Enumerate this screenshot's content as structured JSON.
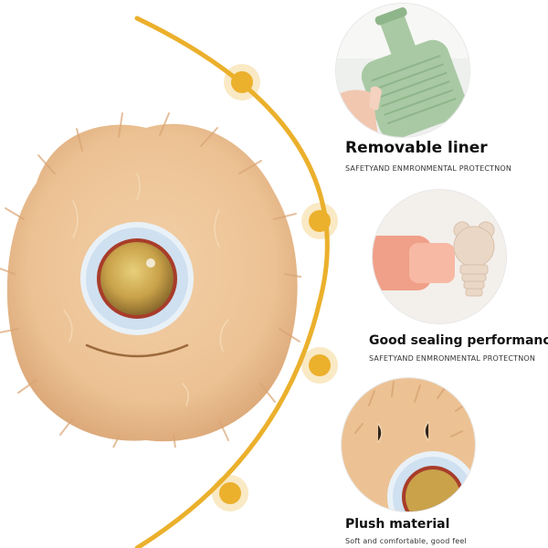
{
  "colors": {
    "accent": "#ebb02c",
    "fur": "#ecc294",
    "fur_dark": "#d9a474",
    "eye_ring": "#cfe0f0",
    "eye_gold": "#c9a24a",
    "liner": "#a9c9a4",
    "liner_dark": "#8fb58a"
  },
  "features": [
    {
      "title": "Removable liner",
      "subtitle": "SAFETYAND ENMRONMENTAL PROTECTNON",
      "icon": "hot-water-bottle-liner-photo"
    },
    {
      "title": "Good sealing performance",
      "subtitle": "SAFETYAND ENMRONMENTAL PROTECTNON",
      "icon": "bear-stopper-photo"
    },
    {
      "title": "Plush material",
      "subtitle": "Soft and comfortable, good feel",
      "icon": "plush-closeup-photo"
    }
  ]
}
